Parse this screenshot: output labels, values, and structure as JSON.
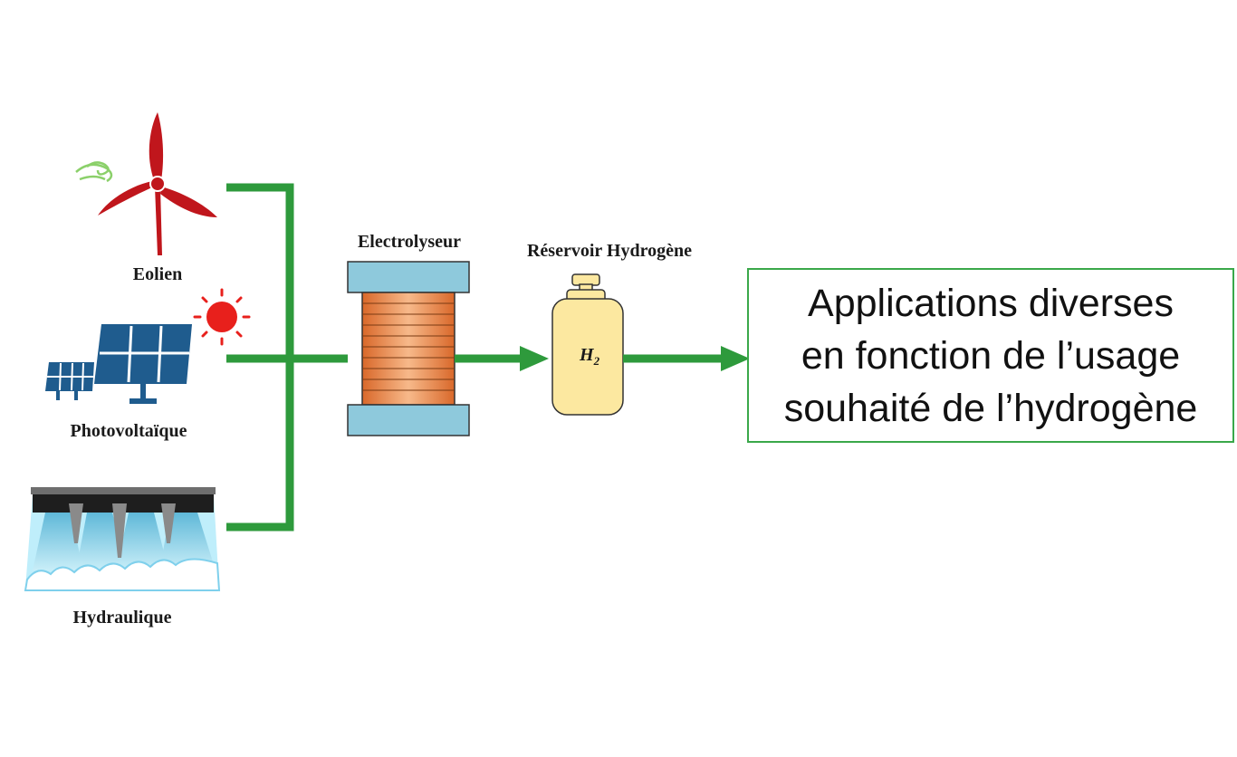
{
  "sources": [
    {
      "label": "Eolien",
      "icon": "wind-turbine-icon"
    },
    {
      "label": "Photovoltaïque",
      "icon": "solar-panel-icon"
    },
    {
      "label": "Hydraulique",
      "icon": "hydro-dam-icon"
    }
  ],
  "electrolyzer": {
    "label": "Electrolyseur",
    "icon": "electrolyzer-icon"
  },
  "reservoir": {
    "label": "Réservoir Hydrogène",
    "symbol": "H",
    "subscript": "2",
    "icon": "hydrogen-tank-icon"
  },
  "applications": {
    "lines": [
      "Applications diverses",
      "en fonction de l’usage",
      "souhaité de l’hydrogène"
    ]
  },
  "colors": {
    "flow_arrow": "#2e9a3c",
    "turbine": "#c0161c",
    "solar_panel": "#1f5c8e",
    "sun": "#e8201c",
    "electrolyzer_plate": "#8ec9dc",
    "electrolyzer_core": "#e8853a",
    "tank": "#fce8a0",
    "water": "#8fd6ee",
    "box_border": "#3aa84a"
  }
}
